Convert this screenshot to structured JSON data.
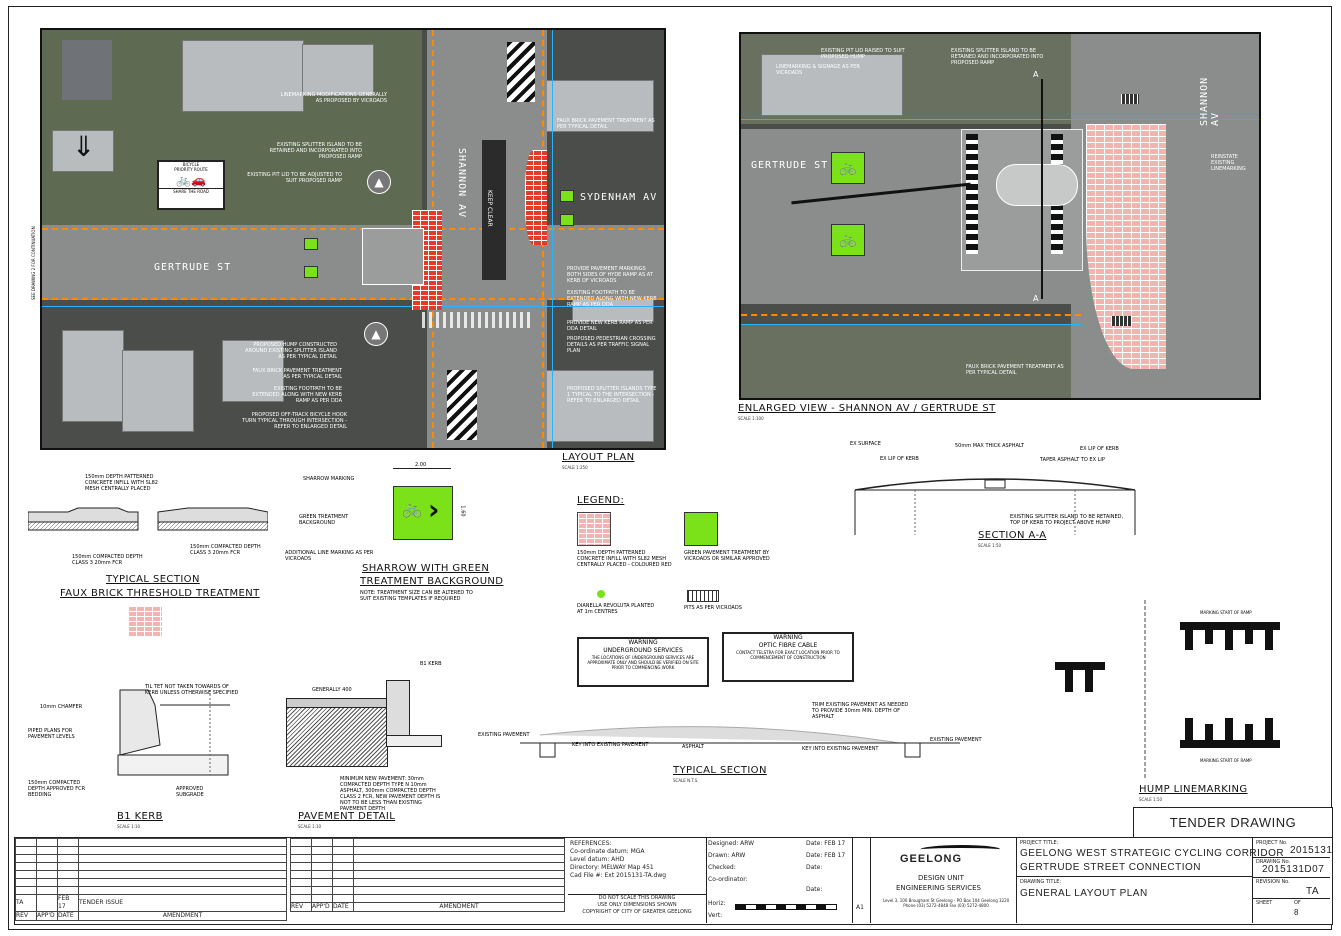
{
  "layout_plan": {
    "title": "LAYOUT PLAN",
    "scale": "SCALE 1:250",
    "streets": {
      "shannon": "SHANNON AV",
      "sydenham": "SYDENHAM AV",
      "gertrude": "GERTRUDE ST"
    },
    "notes": [
      "LINEMARKING MODIFICATIONS GENERALLY AS PROPOSED BY VICROADS",
      "EXISTING SPLITTER ISLAND TO BE RETAINED AND INCORPORATED INTO PROPOSED RAMP",
      "EXISTING PIT LID TO BE ADJUSTED TO SUIT PROPOSED RAMP",
      "PROPOSED HUMP CONSTRUCTED AROUND EXISTING SPLITTER ISLAND AS PER TYPICAL DETAIL",
      "FAUX BRICK PAVEMENT TREATMENT AS PER TYPICAL DETAIL",
      "EXISTING FOOTPATH TO BE EXTENDED ALONG WITH NEW KERB RAMP AS PER DDA",
      "PROPOSED OFF-TRACK BICYCLE HOOK TURN TYPICAL THROUGH INTERSECTION - REFER TO ENLARGED DETAIL",
      "FAUX BRICK PAVEMENT TREATMENT AS PER TYPICAL DETAIL",
      "PROVIDE PAVEMENT MARKINGS BOTH SIDES OF HYDE RAMP AS AT KERB OF VICROADS",
      "EXISTING FOOTPATH TO BE EXTENDED ALONG WITH NEW KERB RAMP AS PER DDA",
      "PROVIDE NEW KERB RAMP AS PER DDA DETAIL",
      "PROPOSED PEDESTRIAN CROSSING DETAILS AS PER TRAFFIC SIGNAL PLAN",
      "PROPOSED SPLITTER ISLANDS TYPE 1 TYPICAL TO THE INTERSECTION - REFER TO ENLARGED DETAIL"
    ],
    "sign": {
      "line1": "BICYCLE",
      "line2": "PRIORITY ROUTE",
      "line3": "SHARE THE ROAD"
    },
    "side_note": "SEE DRAWING 2 FOR CONTINUATION",
    "road_mark": "KEEP CLEAR"
  },
  "enlarged": {
    "title": "ENLARGED VIEW - SHANNON AV / GERTRUDE ST",
    "scale": "SCALE 1:100",
    "streets": {
      "gertrude": "GERTRUDE ST",
      "shannon": "SHANNON AV"
    },
    "notes": [
      "EXISTING PIT LID RAISED TO SUIT PROPOSED HUMP",
      "LINEMARKING & SIGNAGE AS PER VICROADS",
      "EXISTING SPLITTER ISLAND TO BE RETAINED AND INCORPORATED INTO PROPOSED RAMP",
      "REINSTATE EXISTING LINEMARKING",
      "FAUX BRICK PAVEMENT TREATMENT AS PER TYPICAL DETAIL"
    ],
    "section_marks": [
      "A",
      "A"
    ]
  },
  "section_aa": {
    "title": "SECTION A-A",
    "scale": "SCALE 1:50",
    "labels": [
      "EX SURFACE",
      "EX LIP OF KERB",
      "50mm MAX THICK ASPHALT",
      "EX LIP OF KERB",
      "TAPER ASPHALT TO EX LIP",
      "EXISTING SPLITTER ISLAND TO BE RETAINED, TOP OF KERB TO PROJECT ABOVE HUMP"
    ]
  },
  "faux_brick": {
    "title1": "TYPICAL SECTION",
    "title2": "FAUX BRICK THRESHOLD TREATMENT",
    "labels": [
      "150mm DEPTH PATTERNED CONCRETE INFILL WITH SL82 MESH CENTRALLY PLACED",
      "150mm COMPACTED DEPTH CLASS 3 20mm FCR",
      "150mm COMPACTED DEPTH CLASS 3 20mm FCR"
    ]
  },
  "sharrow": {
    "title1": "SHARROW WITH GREEN",
    "title2": "TREATMENT BACKGROUND",
    "labels": [
      "SHARROW MARKING",
      "GREEN TREATMENT BACKGROUND",
      "ADDITIONAL LINE MARKING AS PER VICROADS"
    ],
    "note": "NOTE: TREATMENT SIZE CAN BE ALTERED TO SUIT EXISTING TEMPLATES IF REQUIRED",
    "dim_w": "2.00",
    "dim_h": "1.60"
  },
  "legend": {
    "title": "LEGEND:",
    "items": [
      {
        "label": "150mm DEPTH PATTERNED CONCRETE INFILL WITH SL82 MESH CENTRALLY PLACED - COLOURED RED",
        "kind": "brick"
      },
      {
        "label": "GREEN PAVEMENT TREATMENT BY VICROADS OR SIMILAR APPROVED",
        "kind": "green"
      },
      {
        "label": "DIANELLA REVOLUTA PLANTED AT 1m CENTRES",
        "kind": "plant"
      },
      {
        "label": "PITS AS PER VICROADS",
        "kind": "pit"
      }
    ]
  },
  "warnings": [
    {
      "title": "WARNING",
      "sub": "UNDERGROUND SERVICES",
      "body": "THE LOCATIONS OF UNDERGROUND SERVICES ARE APPROXIMATE ONLY AND SHOULD BE VERIFIED ON SITE PRIOR TO COMMENCING WORK"
    },
    {
      "title": "WARNING",
      "sub": "OPTIC FIBRE CABLE",
      "body": "CONTACT TELSTRA FOR EXACT LOCATION PRIOR TO COMMENCEMENT OF CONSTRUCTION"
    }
  ],
  "kerb": {
    "title": "B1 KERB",
    "scale": "SCALE 1:10",
    "labels": [
      "10mm CHAMFER",
      "PIPED PLANS FOR PAVEMENT LEVELS",
      "150mm COMPACTED DEPTH APPROVED FCR BEDDING",
      "APPROVED SUBGRADE",
      "TIL TET NOT TAKEN TOWARDS OF KERB UNLESS OTHERWISE SPECIFIED"
    ]
  },
  "pavement": {
    "title": "PAVEMENT DETAIL",
    "scale": "SCALE 1:10",
    "labels": [
      "B1 KERB",
      "GENERALLY 400",
      "MINIMUM NEW PAVEMENT: 30mm COMPACTED DEPTH TYPE N 10mm ASPHALT, 300mm COMPACTED DEPTH CLASS 2 FCR, NEW PAVEMENT DEPTH IS NOT TO BE LESS THAN EXISTING PAVEMENT DEPTH"
    ]
  },
  "typical_section": {
    "title": "TYPICAL SECTION",
    "scale": "SCALE N.T.S.",
    "labels": [
      "EXISTING PAVEMENT",
      "KEY INTO EXISTING PAVEMENT",
      "ASPHALT",
      "TRIM EXISTING PAVEMENT AS NEEDED TO PROVIDE 30mm MIN. DEPTH OF ASPHALT",
      "KEY INTO EXISTING PAVEMENT",
      "EXISTING PAVEMENT"
    ]
  },
  "hump": {
    "title": "HUMP LINEMARKING",
    "scale": "SCALE 1:50",
    "labels": [
      "MARKING START OF RAMP",
      "MARKING START OF RAMP"
    ]
  },
  "tender": "TENDER DRAWING",
  "title_block": {
    "references": [
      "REFERENCES:",
      "Co-ordinate datum: MGA",
      "Level datum: AHD",
      "Directory: MELWAY Map 451",
      "Cad File #: Ext 2015131-TA.dwg"
    ],
    "disclaimer": [
      "DO NOT SCALE THIS DRAWING",
      "USE ONLY DIMENSIONS SHOWN",
      "COPYRIGHT OF CITY OF GREATER GEELONG"
    ],
    "designed": "Designed: ARW",
    "drawn": "Drawn: ARW",
    "checked": "Checked:",
    "coordinator": "Co-ordinator:",
    "date1": "Date: FEB 17",
    "date2": "Date: FEB 17",
    "date3": "Date:",
    "date4": "Date:",
    "horiz": "Horiz:",
    "vert": "Vert:",
    "size": "A1",
    "org_name": "GEELONG",
    "org_unit": "DESIGN UNIT",
    "org_dept": "ENGINEERING SERVICES",
    "org_addr": "Level 3, 100 Brougham St Geelong - PO Box 104 Geelong 3220 Phone (03) 5272-4848 Fax (03) 5272-4800",
    "project_label": "PROJECT TITLE:",
    "project_line1": "GEELONG WEST STRATEGIC CYCLING CORRIDOR",
    "project_line2": "GERTRUDE STREET CONNECTION",
    "drawing_label": "DRAWING TITLE:",
    "drawing_title": "GENERAL LAYOUT PLAN",
    "project_no_label": "PROJECT No.",
    "project_no": "2015131",
    "drawing_no_label": "DRAWING No.",
    "drawing_no": "2015131D07",
    "revision_label": "REVISION No.",
    "revision": "TA",
    "sheet_label": "SHEET",
    "of_label": "OF",
    "sheet": "8",
    "rev_row": {
      "rev": "TA",
      "date": "FEB 17",
      "amend": "TENDER ISSUE"
    },
    "headers": [
      "REV",
      "APP'D",
      "DATE",
      "AMENDMENT",
      "REV",
      "APP'D",
      "DATE",
      "AMENDMENT"
    ]
  }
}
